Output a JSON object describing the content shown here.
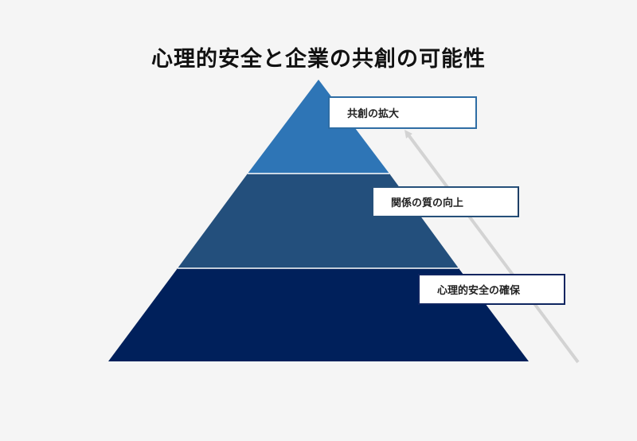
{
  "title": "心理的安全と企業の共創の可能性",
  "pyramid": {
    "levels": [
      {
        "label": "共創の拡大",
        "color": "#2e75b6"
      },
      {
        "label": "関係の質の向上",
        "color": "#234f7c"
      },
      {
        "label": "心理的安全の確保",
        "color": "#00205b"
      }
    ],
    "arrow_color": "#d3d3d3"
  }
}
